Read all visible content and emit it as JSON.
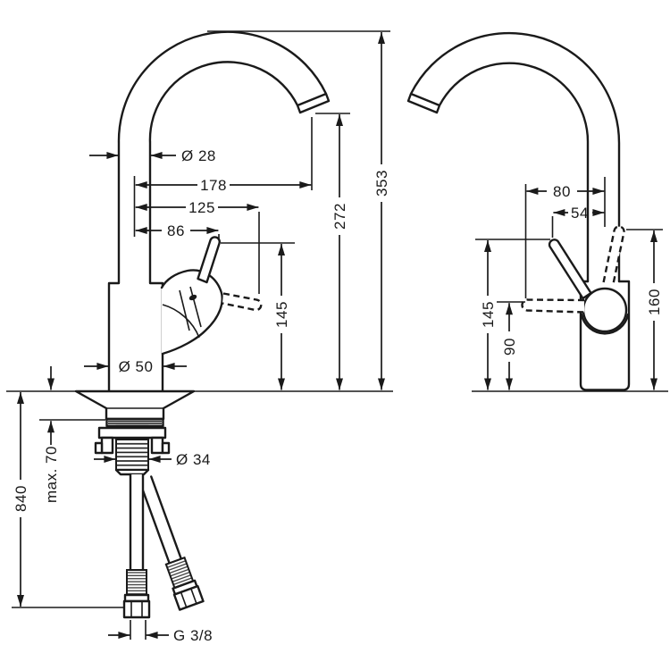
{
  "drawing": {
    "type": "technical-dimension-drawing",
    "colors": {
      "line": "#1a1a1a",
      "background": "#ffffff"
    },
    "views": {
      "front": {
        "dims": {
          "pipe_dia": {
            "label": "Ø 28",
            "value_mm": 28,
            "orientation": "horizontal"
          },
          "reach": {
            "label": "178",
            "value_mm": 178,
            "orientation": "horizontal"
          },
          "lever_reach": {
            "label": "125",
            "value_mm": 125,
            "orientation": "horizontal"
          },
          "handle_reach": {
            "label": "86",
            "value_mm": 86,
            "orientation": "horizontal"
          },
          "outlet_h": {
            "label": "272",
            "value_mm": 272,
            "orientation": "vertical"
          },
          "total_h": {
            "label": "353",
            "value_mm": 353,
            "orientation": "vertical"
          },
          "body_h": {
            "label": "145",
            "value_mm": 145,
            "orientation": "vertical"
          },
          "base_dia": {
            "label": "Ø 50",
            "value_mm": 50,
            "orientation": "horizontal"
          },
          "max_thick": {
            "label": "max. 70",
            "value_mm": 70,
            "orientation": "vertical"
          },
          "hose_len": {
            "label": "840",
            "value_mm": 840,
            "orientation": "vertical"
          },
          "shank_dia": {
            "label": "Ø 34",
            "value_mm": 34,
            "orientation": "horizontal"
          },
          "thread": {
            "label": "G 3/8",
            "orientation": "horizontal"
          }
        }
      },
      "side": {
        "dims": {
          "proj": {
            "label": "80",
            "value_mm": 80,
            "orientation": "horizontal"
          },
          "offset": {
            "label": "54",
            "value_mm": 54,
            "orientation": "horizontal"
          },
          "raised_h": {
            "label": "160",
            "value_mm": 160,
            "orientation": "vertical"
          },
          "tip_h": {
            "label": "145",
            "value_mm": 145,
            "orientation": "vertical"
          },
          "lowered_h": {
            "label": "90",
            "value_mm": 90,
            "orientation": "vertical"
          }
        }
      }
    }
  }
}
